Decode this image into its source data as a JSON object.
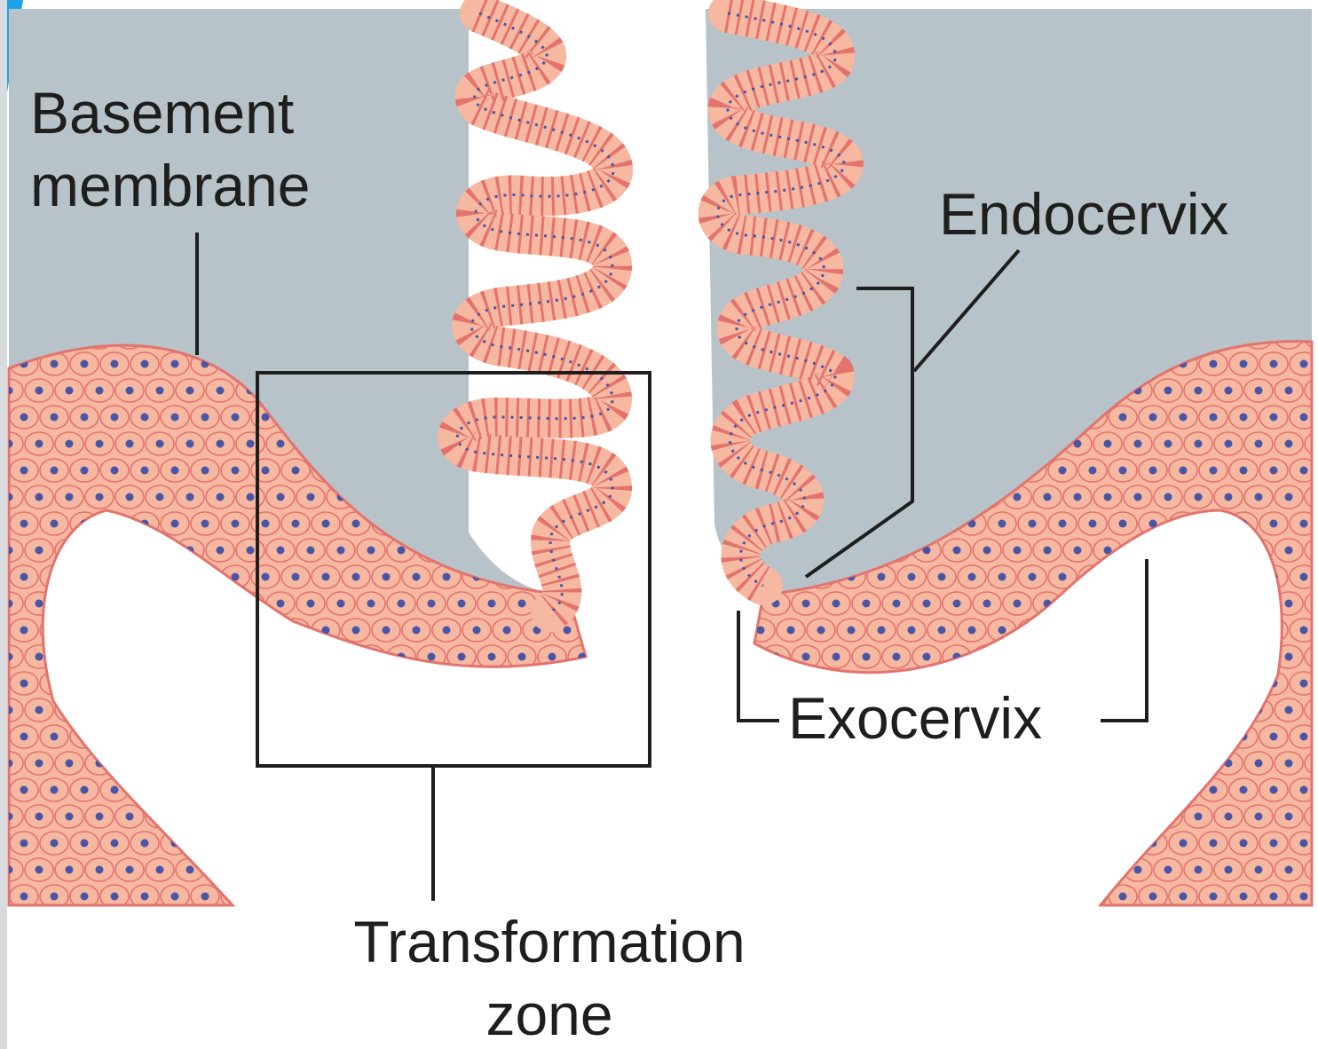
{
  "labels": {
    "basement_line1": "Basement",
    "basement_line2": "membrane",
    "endocervix": "Endocervix",
    "exocervix": "Exocervix",
    "transformation_line1": "Transformation",
    "transformation_line2": "zone"
  },
  "colors": {
    "stroma": "#b7c2c9",
    "epithelium_fill": "#f6b8a1",
    "cell_outline": "#e4736e",
    "nucleus": "#4a55a6",
    "line": "#1e1e1e",
    "accent_left_edge": "#1fa3e8"
  }
}
